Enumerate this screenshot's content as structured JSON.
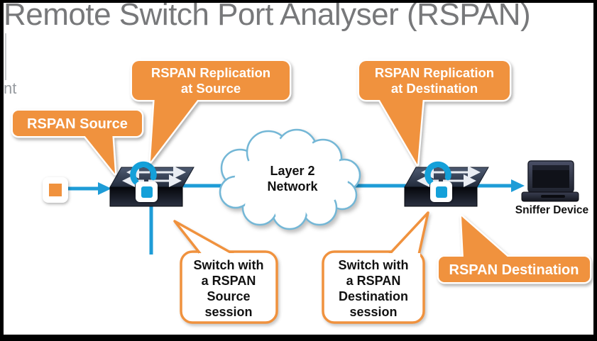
{
  "title": "Remote Switch Port Analyser (RSPAN)",
  "clipped_left_text": "nt",
  "cloud": {
    "line1": "Layer 2",
    "line2": "Network"
  },
  "labels": {
    "rspan_source": "RSPAN Source",
    "rspan_destination": "RSPAN Destination",
    "replication_source_line1": "RSPAN Replication",
    "replication_source_line2": "at Source",
    "replication_destination_line1": "RSPAN Replication",
    "replication_destination_line2": "at Destination",
    "sniffer_device": "Sniffer Device"
  },
  "bubbles": {
    "source_session_lines": [
      "Switch with",
      "a RSPAN",
      "Source",
      "session"
    ],
    "destination_session_lines": [
      "Switch with",
      "a RSPAN",
      "Destination",
      "session"
    ]
  },
  "colors": {
    "orange": "#F0923E",
    "blue": "#1E9CD7",
    "lock_blue": "#14A0D9",
    "cloud_stroke": "#74B7D6",
    "title_gray": "#77787A",
    "text_black": "#111111"
  },
  "icons": {
    "source_switch": "network-switch-icon",
    "destination_switch": "network-switch-icon",
    "locks": "open-lock-icon",
    "network": "cloud-icon",
    "sniffer": "laptop-icon",
    "traffic_source": "orange-square-node-icon",
    "connectors": "blue-arrow-icon"
  }
}
